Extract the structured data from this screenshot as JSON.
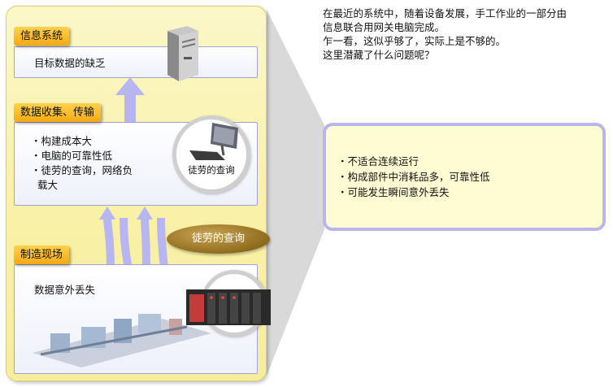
{
  "intro": {
    "lines": [
      "在最近的系统中，随着设备发展，手工作业的一部分由",
      "信息联合用网关电脑完成。",
      "乍一看，这似乎够了，实际上是不够的。",
      "这里潜藏了什么问题呢？"
    ]
  },
  "callout": {
    "points": [
      "・不适合连续运行",
      "・构成部件中消耗品多，可靠性低",
      "・可能发生瞬间意外丢失"
    ]
  },
  "info_system": {
    "label": "信息系统",
    "box_text": "目标数据的缺乏"
  },
  "data_collection": {
    "label": "数据收集、传输",
    "items": [
      "・构建成本大",
      "・电脑的可靠性低",
      "・徒劳的查询，网络负",
      "  载大"
    ],
    "circle_caption": "徒劳的查询"
  },
  "query_bubble": "徒劳的查询",
  "manufacturing": {
    "label": "制造现场",
    "box_text": "数据意外丢失"
  },
  "colors": {
    "panel": "#f8f1a7",
    "label": "#f4a914",
    "arrow": "#b7b6f0",
    "callout_border": "#b9b6ee",
    "oval": "#8f6b1e"
  }
}
